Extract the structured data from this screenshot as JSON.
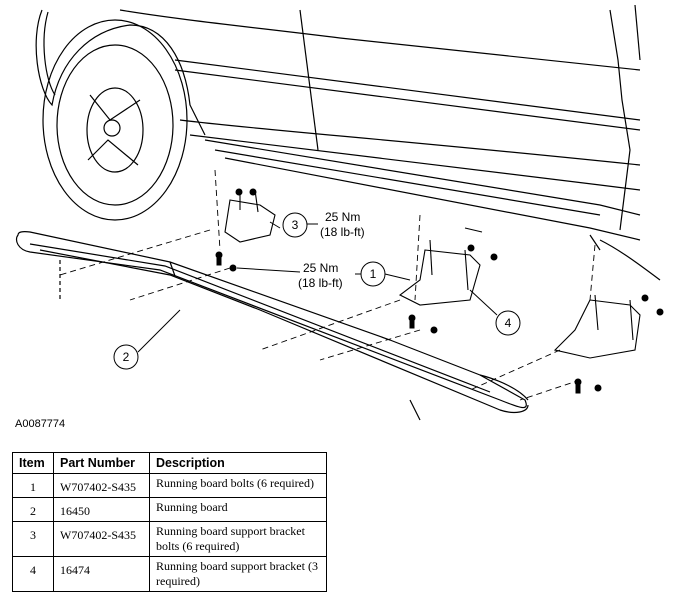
{
  "figure_id": "A0087774",
  "callouts": [
    {
      "num": "1",
      "torque_nm": "25 Nm",
      "torque_lbft": "(18 lb-ft)"
    },
    {
      "num": "2"
    },
    {
      "num": "3",
      "torque_nm": "25 Nm",
      "torque_lbft": "(18 lb-ft)"
    },
    {
      "num": "4"
    }
  ],
  "table": {
    "headers": {
      "item": "Item",
      "part_number": "Part Number",
      "description": "Description"
    },
    "rows": [
      {
        "item": "1",
        "part_number": "W707402-S435",
        "description": "Running board bolts (6 required)"
      },
      {
        "item": "2",
        "part_number": "16450",
        "description": "Running board"
      },
      {
        "item": "3",
        "part_number": "W707402-S435",
        "description": "Running board support bracket bolts (6 required)"
      },
      {
        "item": "4",
        "part_number": "16474",
        "description": "Running board support bracket (3 required)"
      }
    ]
  }
}
